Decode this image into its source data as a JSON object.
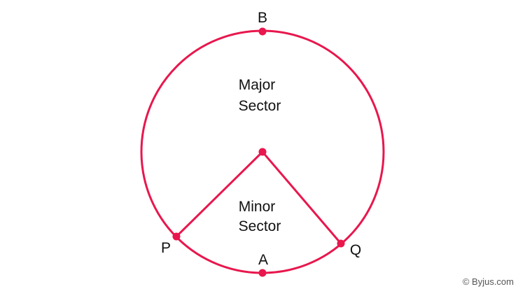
{
  "colors": {
    "stroke": "#e8174d",
    "text": "#111111",
    "credit": "#555555",
    "background": "#ffffff"
  },
  "points": {
    "b": "B",
    "a": "A",
    "p": "P",
    "q": "Q"
  },
  "sectors": {
    "major": [
      "Major",
      "Sector"
    ],
    "minor": [
      "Minor",
      "Sector"
    ]
  },
  "credit": "© Byjus.com"
}
